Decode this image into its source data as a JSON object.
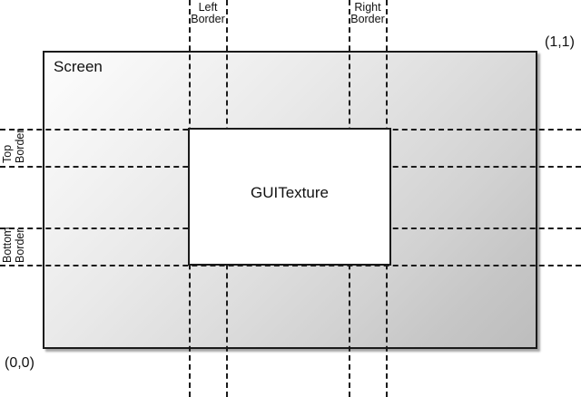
{
  "diagram": {
    "title": "GUITexture screen border layout",
    "screen": {
      "label": "Screen",
      "origin_label": "(0,0)",
      "max_label": "(1,1)"
    },
    "texture": {
      "label": "GUITexture"
    },
    "borders": {
      "left": {
        "line1": "Left",
        "line2": "Border"
      },
      "right": {
        "line1": "Right",
        "line2": "Border"
      },
      "top": {
        "line1": "Top",
        "line2": "Border"
      },
      "bottom": {
        "line1": "Bottom",
        "line2": "Border"
      }
    },
    "colors": {
      "stroke": "#1a1a1a",
      "dash": "#1b1b1b",
      "texture_fill": "#ffffff",
      "screen_gradient_start": "#fdfdfd",
      "screen_gradient_end": "#bdbdbd",
      "text": "#111111"
    },
    "guides": {
      "vertical_x": [
        208,
        249,
        384,
        425
      ],
      "horizontal_y": [
        142,
        183,
        251,
        292
      ]
    }
  }
}
